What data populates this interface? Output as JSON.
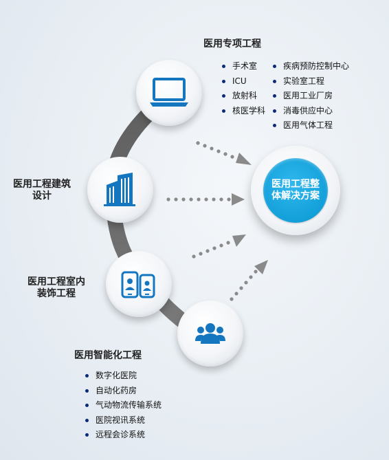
{
  "hub": {
    "title": "医用工程整体解决方案"
  },
  "nodes": {
    "special": {
      "title": "医用专项工程",
      "list_left": [
        "手术室",
        "ICU",
        "放射科",
        "核医学科"
      ],
      "list_right": [
        "疾病预防控制中心",
        "实验室工程",
        "医用工业厂房",
        "消毒供应中心",
        "医用气体工程"
      ]
    },
    "architecture": {
      "label": "医用工程建筑设计"
    },
    "interior": {
      "label": "医用工程室内装饰工程"
    },
    "intelligent": {
      "title": "医用智能化工程",
      "list": [
        "数字化医院",
        "自动化药房",
        "气动物流传输系统",
        "医院视讯系统",
        "远程会诊系统"
      ]
    }
  },
  "icons": {
    "special": "laptop-icon",
    "architecture": "building-icon",
    "interior": "mobile-users-icon",
    "intelligent": "group-icon"
  },
  "colors": {
    "accent": "#139fd9",
    "icon_blue": "#1576c0",
    "arc": "#6f6f6f",
    "arrow": "#8a8a8a",
    "bullet": "#0b2a7a"
  }
}
